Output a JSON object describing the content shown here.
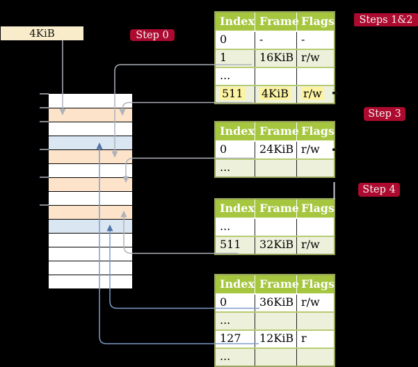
{
  "frame_size_box": {
    "label": "4KiB"
  },
  "step_labels": {
    "step0": "Step 0",
    "steps12": "Steps 1&2",
    "step3": "Step 3",
    "step4": "Step 4"
  },
  "tables": [
    {
      "headers": [
        "Index",
        "Frame",
        "Flags"
      ],
      "rows": [
        {
          "cells": [
            "0",
            "-",
            "-"
          ],
          "shade": "white",
          "highlight": false
        },
        {
          "cells": [
            "1",
            "16KiB",
            "r/w"
          ],
          "shade": "green",
          "highlight": false
        },
        {
          "cells": [
            "...",
            "",
            ""
          ],
          "shade": "white",
          "highlight": false
        },
        {
          "cells": [
            "511",
            "4KiB",
            "r/w"
          ],
          "shade": "green",
          "highlight": true
        }
      ]
    },
    {
      "headers": [
        "Index",
        "Frame",
        "Flags"
      ],
      "rows": [
        {
          "cells": [
            "0",
            "24KiB",
            "r/w"
          ],
          "shade": "white",
          "highlight": false
        },
        {
          "cells": [
            "...",
            "",
            ""
          ],
          "shade": "green",
          "highlight": false
        }
      ]
    },
    {
      "headers": [
        "Index",
        "Frame",
        "Flags"
      ],
      "rows": [
        {
          "cells": [
            "...",
            "",
            ""
          ],
          "shade": "white",
          "highlight": false
        },
        {
          "cells": [
            "511",
            "32KiB",
            "r/w"
          ],
          "shade": "green",
          "highlight": false
        }
      ]
    },
    {
      "headers": [
        "Index",
        "Frame",
        "Flags"
      ],
      "rows": [
        {
          "cells": [
            "0",
            "36KiB",
            "r/w"
          ],
          "shade": "white",
          "highlight": false
        },
        {
          "cells": [
            "...",
            "",
            ""
          ],
          "shade": "green",
          "highlight": false
        },
        {
          "cells": [
            "127",
            "12KiB",
            "r"
          ],
          "shade": "white",
          "highlight": false
        },
        {
          "cells": [
            "...",
            "",
            ""
          ],
          "shade": "green",
          "highlight": false
        }
      ]
    }
  ],
  "memory": {
    "row_shades": [
      "white",
      "peach",
      "white",
      "blue",
      "peach",
      "white",
      "peach",
      "white",
      "peach",
      "blue",
      "white",
      "white",
      "white",
      "white"
    ]
  },
  "colors": {
    "background": "#000000",
    "table_header_green": "#a5c63e",
    "table_row_green": "#edf1dc",
    "table_border_green": "#97a25c",
    "row_divider_green": "#b6ca71",
    "highlight_yellow": "#fcf3a3",
    "memory_peach": "#fde3c9",
    "memory_blue": "#dbe6f3",
    "frame_box_cream": "#f8ecca",
    "step_label_red": "#ad0a2f",
    "arrow_gray": "#aeb2ba",
    "arrow_blue": "#7e9bc9",
    "arrow_blue_head": "#5073a8"
  }
}
